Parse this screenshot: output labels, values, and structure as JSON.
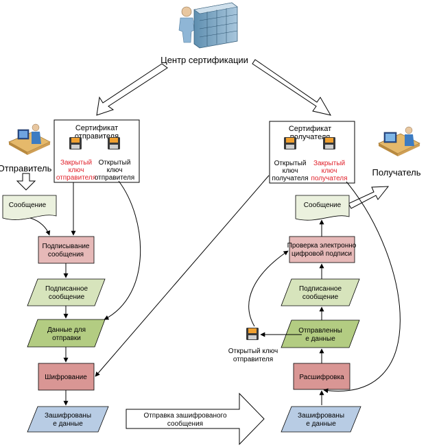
{
  "nodes": {
    "cert_center": "Центр сертификации",
    "sender": "Отправитель",
    "receiver": "Получатель",
    "cert_sender": [
      "Сертификат",
      "отправителя"
    ],
    "cert_receiver": [
      "Сертификат",
      "получателя"
    ],
    "sender_private_key": [
      "Закрытый",
      "ключ",
      "отправителя"
    ],
    "sender_public_key": [
      "Открытый",
      "ключ",
      "отправителя"
    ],
    "receiver_public_key": [
      "Открытый",
      "ключ",
      "получателя"
    ],
    "receiver_private_key": [
      "Закрытый",
      "ключ",
      "получателя"
    ],
    "left_message": "Сообщение",
    "left_sign": [
      "Подписывание",
      "сообщения"
    ],
    "left_signed": [
      "Подписанное",
      "сообщение"
    ],
    "left_send_data": [
      "Данные для",
      "отправки"
    ],
    "left_encrypt": "Шифрование",
    "left_encrypted": [
      "Зашифрованы",
      "е данные"
    ],
    "transfer": [
      "Отправка зашифрованого",
      "сообщения"
    ],
    "right_encrypted": [
      "Зашифрованы",
      "е данные"
    ],
    "right_decrypt": "Расшифровка",
    "right_sent_data": [
      "Отправленны",
      "е данные"
    ],
    "right_signed": [
      "Подписанное",
      "сообщение"
    ],
    "right_verify": [
      "Проверка электронно",
      "цифровой подписи"
    ],
    "right_message": "Сообщение",
    "sender_public_key_right": [
      "Открытый ключ",
      "отправителя"
    ]
  },
  "colors": {
    "process_fill": "#e6b9b8",
    "process_fill_strong": "#d99694",
    "data_fill": "#d7e4bc",
    "data_fill_strong": "#b3cc82",
    "encrypted_fill": "#b8cce4",
    "document_fill": "#ebf1de",
    "red_text": "#e0202a"
  },
  "icons": {
    "cert_center": "server-operator-icon",
    "sender": "computer-user-icon",
    "receiver": "computer-user-icon",
    "key": "floppy-disk-key-icon"
  }
}
